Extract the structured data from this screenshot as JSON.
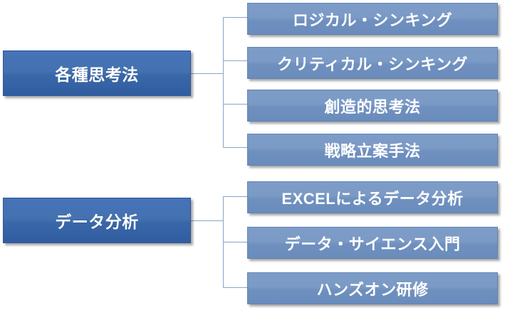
{
  "diagram": {
    "type": "org-tree",
    "groups": [
      {
        "parent": "各種思考法",
        "children": [
          "ロジカル・シンキング",
          "クリティカル・シンキング",
          "創造的思考法",
          "戦略立案手法"
        ]
      },
      {
        "parent": "データ分析",
        "children": [
          "EXCELによるデータ分析",
          "データ・サイエンス入門",
          "ハンズオン研修"
        ]
      }
    ],
    "colors": {
      "parent_fill": "#4472b0",
      "child_fill": "#7b9ac6",
      "border": "#2f5597",
      "connector": "#8aa4c8",
      "text": "#ffffff",
      "background": "#ffffff"
    }
  }
}
